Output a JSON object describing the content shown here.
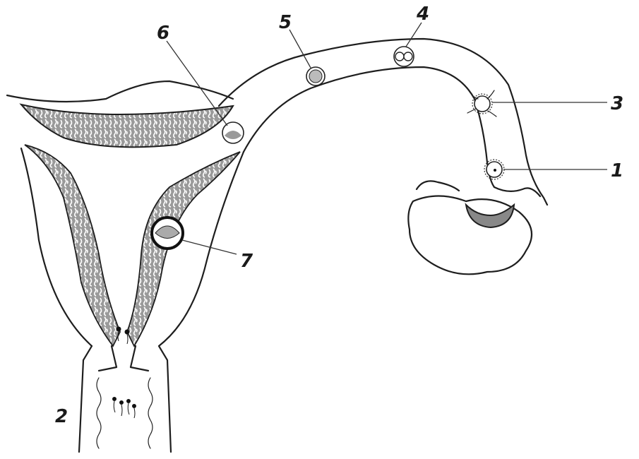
{
  "labels": {
    "l1": "1",
    "l2": "2",
    "l3": "3",
    "l4": "4",
    "l5": "5",
    "l6": "6",
    "l7": "7"
  },
  "colors": {
    "ink": "#1e1e1e",
    "endometrium": "#8a8a8a",
    "background": "#ffffff"
  }
}
